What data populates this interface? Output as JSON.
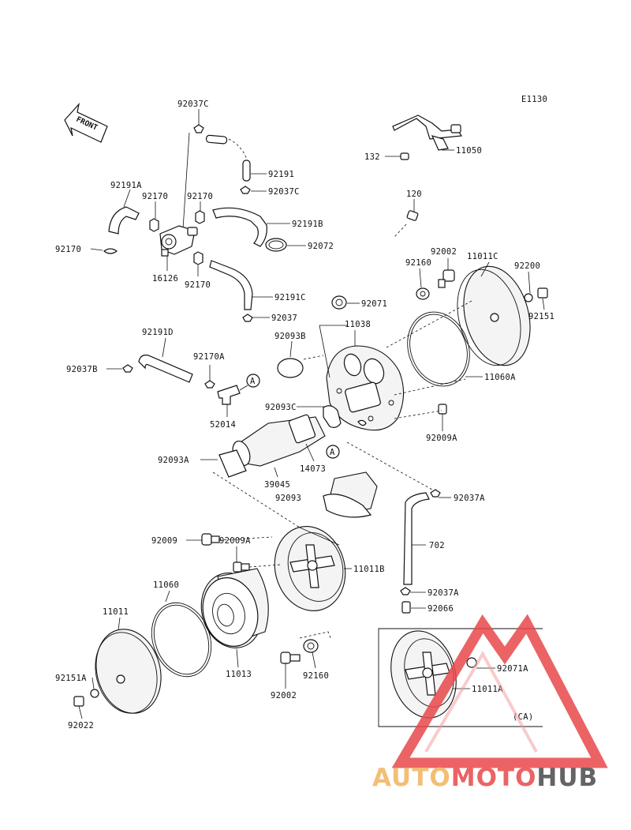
{
  "diagram_code": "E1130",
  "front_label": "FRONT",
  "callouts": [
    "A",
    "A"
  ],
  "part_labels": [
    {
      "id": "92037C",
      "text": "92037C"
    },
    {
      "id": "92191",
      "text": "92191"
    },
    {
      "id": "92037C_b",
      "text": "92037C"
    },
    {
      "id": "92191A",
      "text": "92191A"
    },
    {
      "id": "92170_a",
      "text": "92170"
    },
    {
      "id": "92170_b",
      "text": "92170"
    },
    {
      "id": "92191B",
      "text": "92191B"
    },
    {
      "id": "92072",
      "text": "92072"
    },
    {
      "id": "92170_c",
      "text": "92170"
    },
    {
      "id": "16126",
      "text": "16126"
    },
    {
      "id": "92170_d",
      "text": "92170"
    },
    {
      "id": "92191C",
      "text": "92191C"
    },
    {
      "id": "92037",
      "text": "92037"
    },
    {
      "id": "132",
      "text": "132"
    },
    {
      "id": "11050",
      "text": "11050"
    },
    {
      "id": "120",
      "text": "120"
    },
    {
      "id": "92160_a",
      "text": "92160"
    },
    {
      "id": "92002_a",
      "text": "92002"
    },
    {
      "id": "11011C",
      "text": "11011C"
    },
    {
      "id": "92200",
      "text": "92200"
    },
    {
      "id": "92071",
      "text": "92071"
    },
    {
      "id": "92151",
      "text": "92151"
    },
    {
      "id": "11038",
      "text": "11038"
    },
    {
      "id": "92093B",
      "text": "92093B"
    },
    {
      "id": "11060A",
      "text": "11060A"
    },
    {
      "id": "92191D",
      "text": "92191D"
    },
    {
      "id": "92170A",
      "text": "92170A"
    },
    {
      "id": "92037B",
      "text": "92037B"
    },
    {
      "id": "52014",
      "text": "52014"
    },
    {
      "id": "92093C",
      "text": "92093C"
    },
    {
      "id": "92009A_a",
      "text": "92009A"
    },
    {
      "id": "92093A",
      "text": "92093A"
    },
    {
      "id": "14073",
      "text": "14073"
    },
    {
      "id": "39045",
      "text": "39045"
    },
    {
      "id": "92093",
      "text": "92093"
    },
    {
      "id": "92037A_a",
      "text": "92037A"
    },
    {
      "id": "92009",
      "text": "92009"
    },
    {
      "id": "92009A_b",
      "text": "92009A"
    },
    {
      "id": "702",
      "text": "702"
    },
    {
      "id": "11011B",
      "text": "11011B"
    },
    {
      "id": "92037A_b",
      "text": "92037A"
    },
    {
      "id": "92066",
      "text": "92066"
    },
    {
      "id": "11060",
      "text": "11060"
    },
    {
      "id": "11011",
      "text": "11011"
    },
    {
      "id": "11013",
      "text": "11013"
    },
    {
      "id": "92160_b",
      "text": "92160"
    },
    {
      "id": "92151A",
      "text": "92151A"
    },
    {
      "id": "92002_b",
      "text": "92002"
    },
    {
      "id": "92022",
      "text": "92022"
    },
    {
      "id": "92071A",
      "text": "92071A"
    },
    {
      "id": "11011A",
      "text": "11011A"
    },
    {
      "id": "CA",
      "text": "(CA)"
    }
  ],
  "watermark": {
    "part1": "AUTO",
    "part2": "MOTO",
    "part3": "HUB",
    "color_orange": "#f2b35e",
    "color_red": "#e8484a",
    "color_dark": "#4a4a4a"
  }
}
